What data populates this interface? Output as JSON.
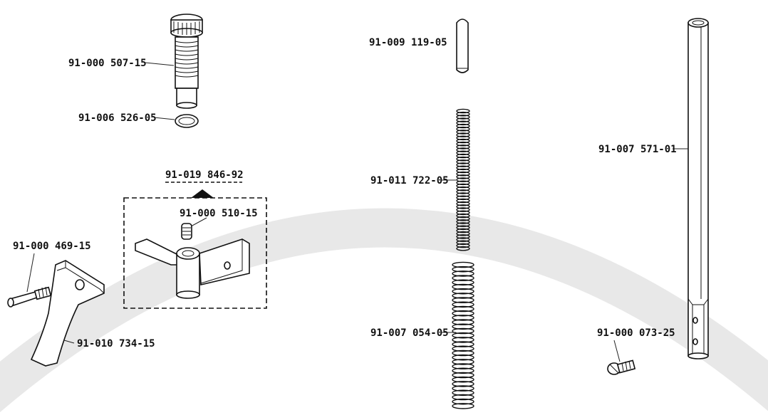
{
  "parts": {
    "knob_screw": "91-000 507-15",
    "o_ring": "91-006 526-05",
    "assembly": "91-019 846-92",
    "small_screw": "91-000 510-15",
    "pin_screw": "91-000 469-15",
    "lever": "91-010 734-15",
    "pin": "91-009 119-05",
    "short_spring": "91-011 722-05",
    "long_spring": "91-007 054-05",
    "bar": "91-007 571-01",
    "set_screw": "91-000 073-25"
  },
  "colors": {
    "line": "#111111",
    "watermark": "#e6e6e6",
    "background": "#ffffff"
  }
}
